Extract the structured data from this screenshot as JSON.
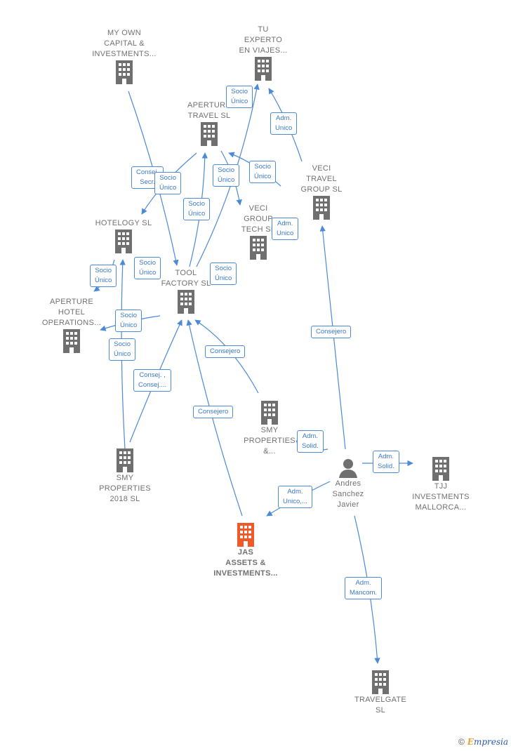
{
  "nodes": {
    "my_own_capital": {
      "label": "MY OWN\nCAPITAL &\nINVESTMENTS...",
      "type": "company"
    },
    "tu_experto": {
      "label": "TU\nEXPERTO\nEN VIAJES...",
      "type": "company"
    },
    "aperture_travel": {
      "label": "APERTURE\nTRAVEL  SL",
      "type": "company"
    },
    "veci_travel": {
      "label": "VECI\nTRAVEL\nGROUP  SL",
      "type": "company"
    },
    "hotelogy": {
      "label": "HOTELOGY  SL",
      "type": "company"
    },
    "veci_group_tech": {
      "label": "VECI\nGROUP\nTECH  SL",
      "type": "company"
    },
    "tool_factory": {
      "label": "TOOL\nFACTORY SL",
      "type": "company"
    },
    "aperture_hotel": {
      "label": "APERTURE\nHOTEL\nOPERATIONS...",
      "type": "company"
    },
    "smy_properties": {
      "label": "SMY\nPROPERTIES\n&...",
      "type": "company"
    },
    "smy_2018": {
      "label": "SMY\nPROPERTIES\n2018  SL",
      "type": "company"
    },
    "andres": {
      "label": "Andres\nSanchez\nJavier",
      "type": "person"
    },
    "tjj": {
      "label": "TJJ\nINVESTMENTS\nMALLORCA...",
      "type": "company"
    },
    "jas": {
      "label": "JAS\nASSETS &\nINVESTMENTS...",
      "type": "company-focus"
    },
    "travelgate": {
      "label": "TRAVELGATE\nSL",
      "type": "company"
    }
  },
  "edge_labels": {
    "consejero_secretario": "Consej.\nSecr.",
    "socio_unico_1": "Socio\nÚnico",
    "socio_unico_2": "Socio\nÚnico",
    "socio_unico_3": "Socio\nÚnico",
    "socio_unico_4": "Socio\nÚnico",
    "socio_unico_5": "Socio\nÚnico",
    "socio_unico_6": "Socio\nÚnico",
    "socio_unico_7": "Socio\nÚnico",
    "socio_unico_8": "Socio\nÚnico",
    "socio_unico_9": "Socio\nÚnico",
    "socio_unico_10": "Socio\nÚnico",
    "adm_unico_1": "Adm.\nUnico",
    "adm_unico_2": "Adm.\nUnico",
    "consejero_1": "Consejero",
    "consejero_2": "Consejero",
    "consejero_3": "Consejero",
    "consej_multi": "Consej. ,\nConsej....",
    "adm_solid_1": "Adm.\nSolid.",
    "adm_solid_2": "Adm.\nSolid.",
    "adm_unico_multi": "Adm.\nUnico,...",
    "adm_mancom": "Adm.\nMancom."
  },
  "colors": {
    "edge": "#4a8ad6",
    "company_icon": "#6f6f6f",
    "focus_icon": "#f05a28",
    "person_icon": "#6f6f6f"
  },
  "footer": {
    "copyright": "©",
    "brand_initial": "E",
    "brand_rest": "mpresia"
  }
}
